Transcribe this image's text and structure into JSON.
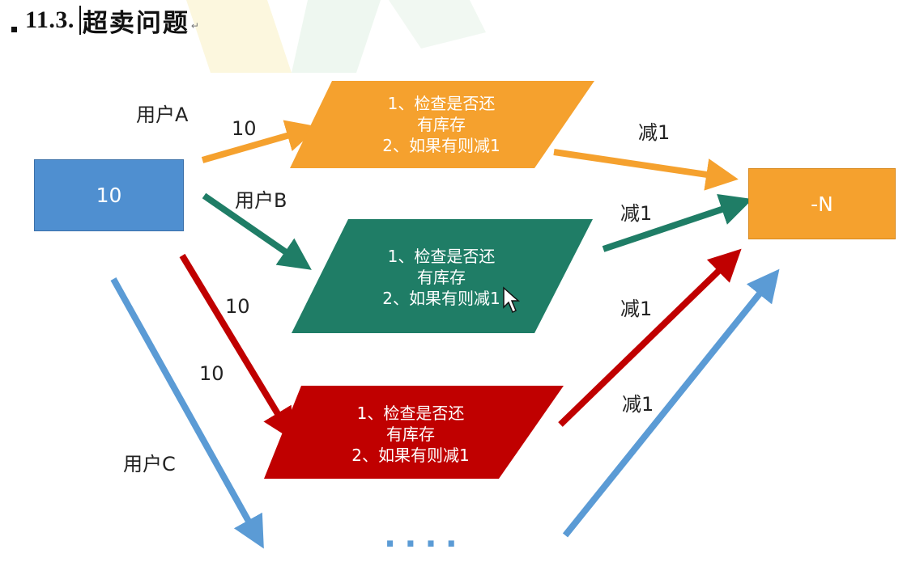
{
  "heading": {
    "number": "11.3.",
    "title": "超卖问题",
    "mark": "↵"
  },
  "stock_box": {
    "label": "10"
  },
  "result_box": {
    "label": "-N"
  },
  "users": {
    "a": "用户A",
    "b": "用户B",
    "c": "用户C"
  },
  "edge_labels": {
    "a_count": "10",
    "b_count": "10",
    "c_count": "10"
  },
  "reduce_labels": [
    "减1",
    "减1",
    "减1",
    "减1"
  ],
  "process_boxes": [
    {
      "line1": "1、检查是否还",
      "line2": "有库存",
      "line3": "2、如果有则减1",
      "color": "#F5A12E"
    },
    {
      "line1": "1、检查是否还",
      "line2": "有库存",
      "line3": "2、如果有则减1",
      "color": "#1F7D66"
    },
    {
      "line1": "1、检查是否还",
      "line2": "有库存",
      "line3": "2、如果有则减1",
      "color": "#C00000"
    }
  ],
  "ellipsis": "....",
  "colors": {
    "stock": "#4F8FD0",
    "result": "#F5A12E",
    "orange": "#F5A12E",
    "green": "#1F7D66",
    "red": "#C00000",
    "blue": "#5B9BD5"
  }
}
